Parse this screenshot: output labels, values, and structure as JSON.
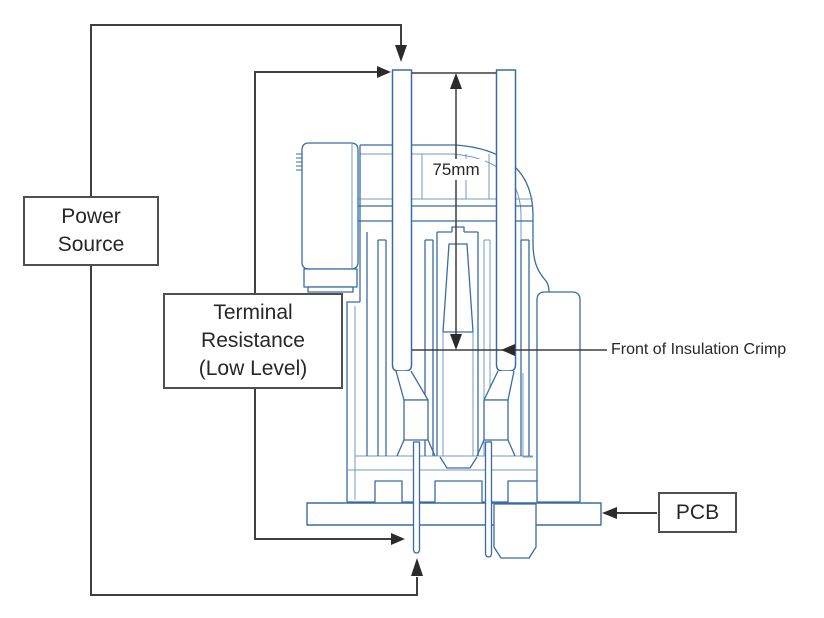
{
  "diagram": {
    "power_source_label": "Power Source",
    "terminal_resistance_label": "Terminal Resistance (Low Level)",
    "pcb_label": "PCB",
    "dimension_label": "75mm",
    "insulation_crimp_label": "Front of Insulation Crimp",
    "colors": {
      "drawing_blue": "#3a6ba4",
      "drawing_blue_light": "#7499c0",
      "annotation_line": "#3f3f3f",
      "box_border": "#4f4f4f",
      "text": "#272727",
      "background": "#ffffff"
    }
  }
}
